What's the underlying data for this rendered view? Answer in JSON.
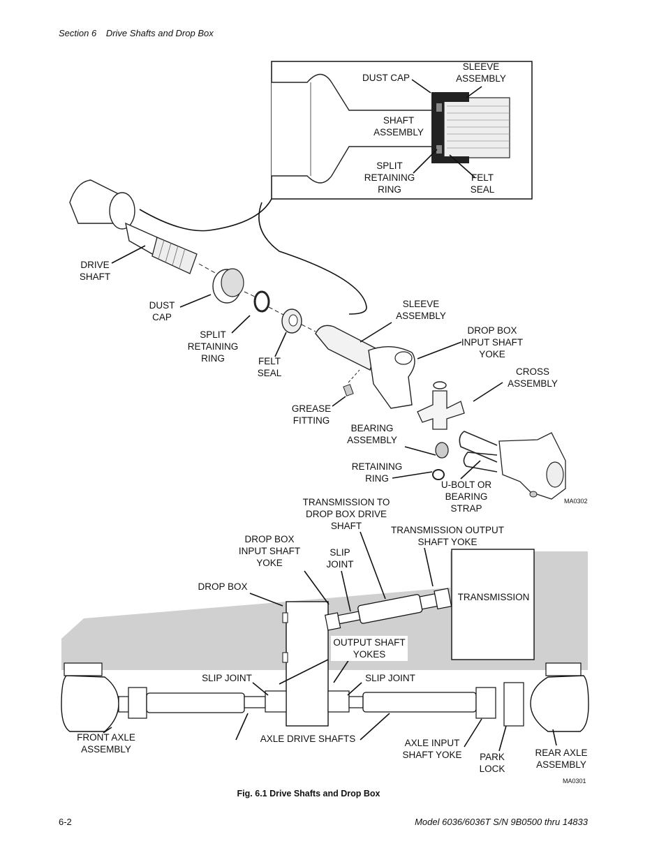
{
  "header": {
    "section": "Section 6",
    "title": "Drive Shafts and Drop Box"
  },
  "footer": {
    "page": "6-2",
    "model": "Model 6036/6036T S/N 9B0500 thru 14833"
  },
  "caption": "Fig. 6.1 Drive Shafts and Drop Box",
  "inset_labels": {
    "dust_cap": "DUST CAP",
    "sleeve_assembly": [
      "SLEEVE",
      "ASSEMBLY"
    ],
    "shaft_assembly": [
      "SHAFT",
      "ASSEMBLY"
    ],
    "split_retaining_ring": [
      "SPLIT",
      "RETAINING",
      "RING"
    ],
    "felt_seal": [
      "FELT",
      "SEAL"
    ]
  },
  "exploded_labels": {
    "drive_shaft": [
      "DRIVE",
      "SHAFT"
    ],
    "dust_cap": [
      "DUST",
      "CAP"
    ],
    "split_retaining_ring": [
      "SPLIT",
      "RETAINING",
      "RING"
    ],
    "felt_seal": [
      "FELT",
      "SEAL"
    ],
    "sleeve_assembly": [
      "SLEEVE",
      "ASSEMBLY"
    ],
    "drop_box_input_shaft_yoke": [
      "DROP BOX",
      "INPUT SHAFT",
      "YOKE"
    ],
    "cross_assembly": [
      "CROSS",
      "ASSEMBLY"
    ],
    "grease_fitting": [
      "GREASE",
      "FITTING"
    ],
    "bearing_assembly": [
      "BEARING",
      "ASSEMBLY"
    ],
    "retaining_ring": [
      "RETAINING",
      "RING"
    ],
    "u_bolt": [
      "U-BOLT OR",
      "BEARING",
      "STRAP"
    ],
    "code": "MA0302"
  },
  "layout_labels": {
    "trans_to_drop_box": [
      "TRANSMISSION TO",
      "DROP BOX DRIVE",
      "SHAFT"
    ],
    "drop_box_input_shaft_yoke": [
      "DROP BOX",
      "INPUT SHAFT",
      "YOKE"
    ],
    "slip_joint_top": [
      "SLIP",
      "JOINT"
    ],
    "trans_output_yoke": [
      "TRANSMISSION OUTPUT",
      "SHAFT YOKE"
    ],
    "drop_box": "DROP BOX",
    "transmission": "TRANSMISSION",
    "output_shaft_yokes": [
      "OUTPUT SHAFT",
      "YOKES"
    ],
    "slip_joint_left": "SLIP JOINT",
    "slip_joint_right": "SLIP JOINT",
    "front_axle": [
      "FRONT AXLE",
      "ASSEMBLY"
    ],
    "axle_drive_shafts": "AXLE DRIVE SHAFTS",
    "axle_input_yoke": [
      "AXLE INPUT",
      "SHAFT YOKE"
    ],
    "park_lock": [
      "PARK",
      "LOCK"
    ],
    "rear_axle": [
      "REAR AXLE",
      "ASSEMBLY"
    ],
    "code": "MA0301"
  }
}
